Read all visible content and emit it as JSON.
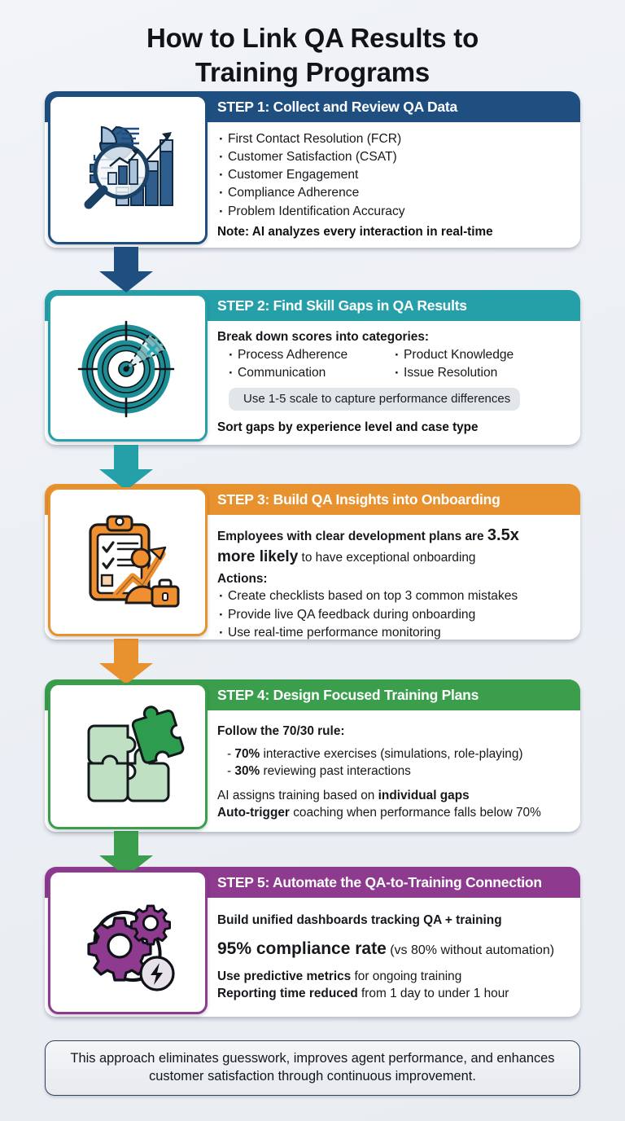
{
  "title": {
    "line1": "How to Link QA Results to",
    "line2": "Training Programs"
  },
  "colors": {
    "step1": "#1f4f80",
    "step2": "#26a0a8",
    "step3": "#e8912f",
    "step4": "#3a9e4c",
    "step5": "#8e3a8e",
    "page_bg": "#eef1f5",
    "pill_bg": "#e3e6e9"
  },
  "steps": [
    {
      "id": "step-1",
      "header": "STEP 1: Collect and Review QA Data",
      "accent": "#1f4f80",
      "icon_name": "magnifier-bar-chart-icon",
      "bullets": [
        "First Contact Resolution (FCR)",
        "Customer Satisfaction (CSAT)",
        "Customer Engagement",
        "Compliance Adherence",
        "Problem Identification Accuracy"
      ],
      "note": "Note: AI analyzes every interaction in real-time"
    },
    {
      "id": "step-2",
      "header": "STEP 2: Find Skill Gaps in QA Results",
      "accent": "#26a0a8",
      "icon_name": "target-bullseye-gap-icon",
      "lead": "Break down scores into categories:",
      "bullets_left": [
        "Process Adherence",
        "Communication"
      ],
      "bullets_right": [
        "Product Knowledge",
        "Issue Resolution"
      ],
      "pill": "Use 1-5 scale to capture performance differences",
      "footer_note": "Sort gaps by experience level and case type"
    },
    {
      "id": "step-3",
      "header": "STEP 3: Build QA Insights into Onboarding",
      "accent": "#e8912f",
      "icon_name": "clipboard-person-growth-icon",
      "stat_lead": "Employees with clear development plans are ",
      "stat_value": "3.5x",
      "stat_bold_tail": "more likely",
      "stat_tail": " to have exceptional onboarding",
      "actions_label": "Actions:",
      "bullets": [
        "Create checklists based on top 3 common mistakes",
        "Provide live QA feedback during onboarding",
        "Use real-time performance monitoring"
      ]
    },
    {
      "id": "step-4",
      "header": "STEP 4: Design Focused Training Plans",
      "accent": "#3a9e4c",
      "icon_name": "puzzle-pieces-icon",
      "rule_label": "Follow the 70/30 rule:",
      "dash_items": [
        {
          "bold": "70%",
          "rest": " interactive exercises (simulations, role-playing)"
        },
        {
          "bold": "30%",
          "rest": " reviewing past interactions"
        }
      ],
      "line_a_pre": "AI assigns training based on ",
      "line_a_bold": "individual gaps",
      "line_b_bold": "Auto-trigger",
      "line_b_rest": " coaching when performance falls below 70%"
    },
    {
      "id": "step-5",
      "header": "STEP 5: Automate the QA-to-Training Connection",
      "accent": "#8e3a8e",
      "icon_name": "gears-automation-icon",
      "line1": "Build unified dashboards tracking QA + training",
      "stat_value": "95% compliance rate",
      "stat_tail": " (vs 80% without automation)",
      "line3_bold": "Use predictive metrics",
      "line3_rest": " for ongoing training",
      "line4_bold": "Reporting time reduced",
      "line4_rest": " from 1 day to under 1 hour"
    }
  ],
  "connectors": [
    {
      "name": "arrow-step1-to-step2",
      "color": "#1f4f80"
    },
    {
      "name": "arrow-step2-to-step3",
      "color": "#26a0a8"
    },
    {
      "name": "arrow-step3-to-step4",
      "color": "#e8912f"
    },
    {
      "name": "arrow-step4-to-step5",
      "color": "#3a9e4c"
    }
  ],
  "footer": {
    "text": "This approach eliminates guesswork, improves agent performance, and enhances customer satisfaction through continuous improvement."
  }
}
